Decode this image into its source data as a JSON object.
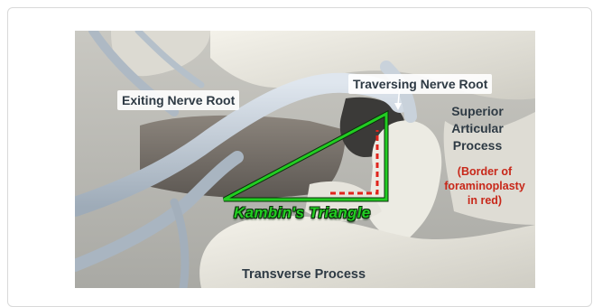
{
  "figure": {
    "labels": {
      "exiting_nerve_root": "Exiting Nerve Root",
      "traversing_nerve_root": "Traversing Nerve Root",
      "superior_articular_process": [
        "Superior",
        "Articular",
        "Process"
      ],
      "foraminoplasty_note": [
        "(Border of",
        "foraminoplasty",
        "in red)"
      ],
      "kambins_triangle": "Kambin's Triangle",
      "transverse_process": "Transverse Process"
    },
    "colors": {
      "triangle": "#22cc22",
      "foraminoplasty_border": "#e0241c",
      "label_text": "#2e3a44"
    }
  }
}
